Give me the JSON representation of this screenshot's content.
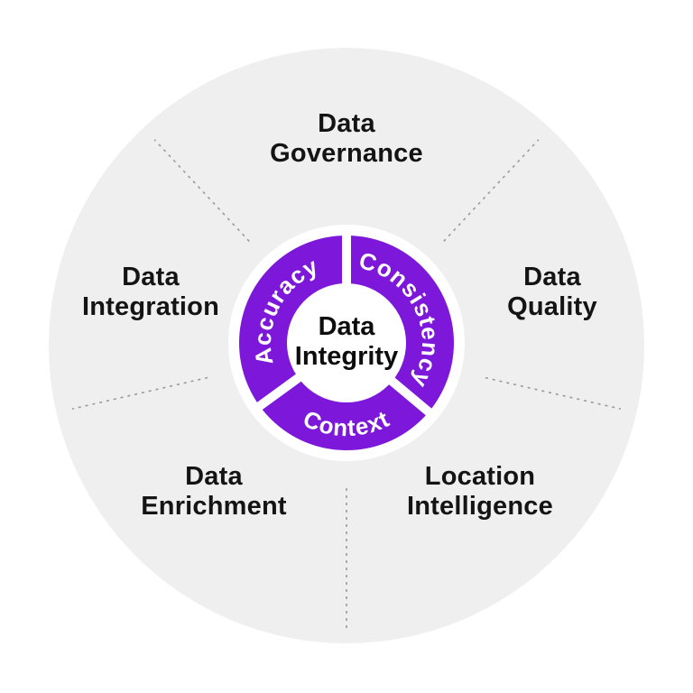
{
  "diagram_title": "Data Integrity",
  "colors": {
    "page_bg": "#FFFFFF",
    "circle_bg": "#EFEFEF",
    "purple": "#7D18DA",
    "white": "#FFFFFF",
    "dash": "#999999",
    "text_dark": "#141414",
    "ring_text": "#FFFFFF"
  },
  "center": {
    "line1": "Data",
    "line2": "Integrity"
  },
  "ring": {
    "segments": [
      "Accuracy",
      "Consistency",
      "Context"
    ]
  },
  "sectors": {
    "governance": {
      "line1": "Data",
      "line2": "Governance"
    },
    "quality": {
      "line1": "Data",
      "line2": "Quality"
    },
    "location": {
      "line1": "Location",
      "line2": "Intelligence"
    },
    "enrichment": {
      "line1": "Data",
      "line2": "Enrichment"
    },
    "integration": {
      "line1": "Data",
      "line2": "Integration"
    }
  }
}
